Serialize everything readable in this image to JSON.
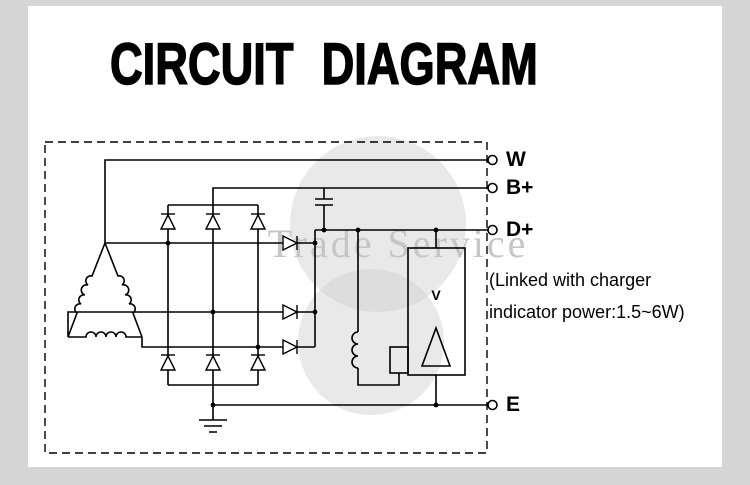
{
  "title": "CIRCUIT DIAGRAM",
  "watermark_text": "Trade Service",
  "terminals": [
    {
      "label": "W"
    },
    {
      "label": "B+"
    },
    {
      "label": "D+"
    },
    {
      "label": "E"
    }
  ],
  "regulator": {
    "label": "V"
  },
  "note": {
    "line1": "(Linked with charger",
    "line2": "indicator power:1.5~6W)"
  },
  "colors": {
    "outer_background": "#d5d5d5",
    "sheet": "#ffffff",
    "line": "#000000",
    "watermark": "#c9c9c9"
  }
}
